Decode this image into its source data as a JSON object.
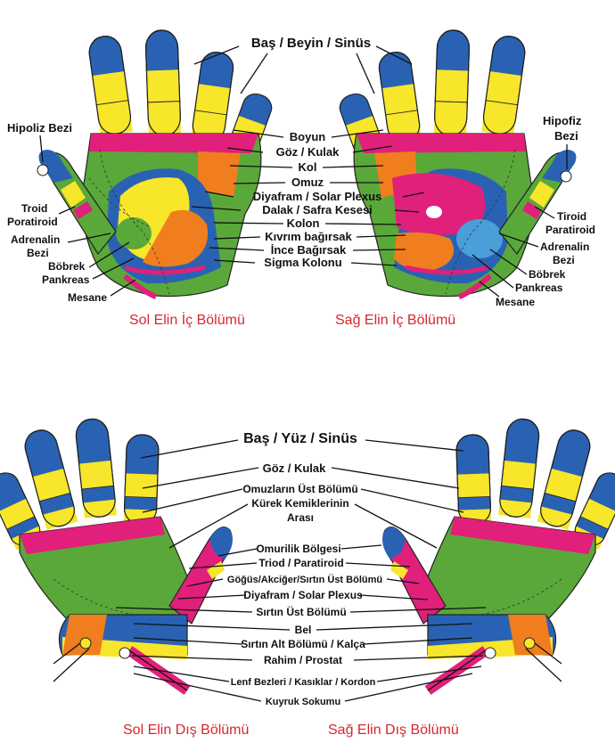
{
  "colors": {
    "head": "#2a62b3",
    "neck": "#f7e62a",
    "palm_band": "#e0207a",
    "palm": "#5aa83a",
    "shoulder": "#f07d1e",
    "organ": "#f7e62a",
    "blue_organ": "#4a9fd8",
    "caption": "#d9262c"
  },
  "palm_section": {
    "head_label": "Baş / Beyin / Sinüs",
    "center_labels": [
      "Boyun",
      "Göz / Kulak",
      "Kol",
      "Omuz",
      "Diyafram / Solar Plexus",
      "Dalak / Safra Kesesi",
      "Kolon",
      "Kıvrım bağırsak",
      "İnce Bağırsak",
      "Sigma Kolonu"
    ],
    "left_labels": {
      "hipoliz": "Hipoliz Bezi",
      "troid": "Troid",
      "poratiroid": "Poratiroid",
      "adrenalin": "Adrenalin",
      "bezi": "Bezi",
      "bobrek": "Böbrek",
      "pankreas": "Pankreas",
      "mesane": "Mesane"
    },
    "right_labels": {
      "hipofiz": "Hipofiz",
      "bezi_top": "Bezi",
      "tiroid": "Tiroid",
      "paratiroid": "Paratiroid",
      "adrenalin": "Adrenalin",
      "bezi": "Bezi",
      "bobrek": "Böbrek",
      "pankreas": "Pankreas",
      "mesane": "Mesane"
    },
    "caption_left": "Sol Elin İç Bölümü",
    "caption_right": "Sağ Elin İç Bölümü"
  },
  "back_section": {
    "head_label": "Baş / Yüz / Sinüs",
    "center_labels": [
      "Göz / Kulak",
      "Omuzların Üst Bölümü",
      "Kürek Kemiklerinin",
      "Arası",
      "Omurilik Bölgesi",
      "Triod / Paratiroid",
      "Göğüs/Akciğer/Sırtın Üst Bölümü",
      "Diyafram / Solar Plexus",
      "Sırtın  Üst Bölümü",
      "Bel",
      "Sırtın Alt Bölümü / Kalça",
      "Rahim / Prostat",
      "Lenf Bezleri / Kasıklar / Kordon",
      "Kuyruk Sokumu"
    ],
    "caption_left": "Sol Elin Dış Bölümü",
    "caption_right": "Sağ Elin Dış Bölümü"
  }
}
